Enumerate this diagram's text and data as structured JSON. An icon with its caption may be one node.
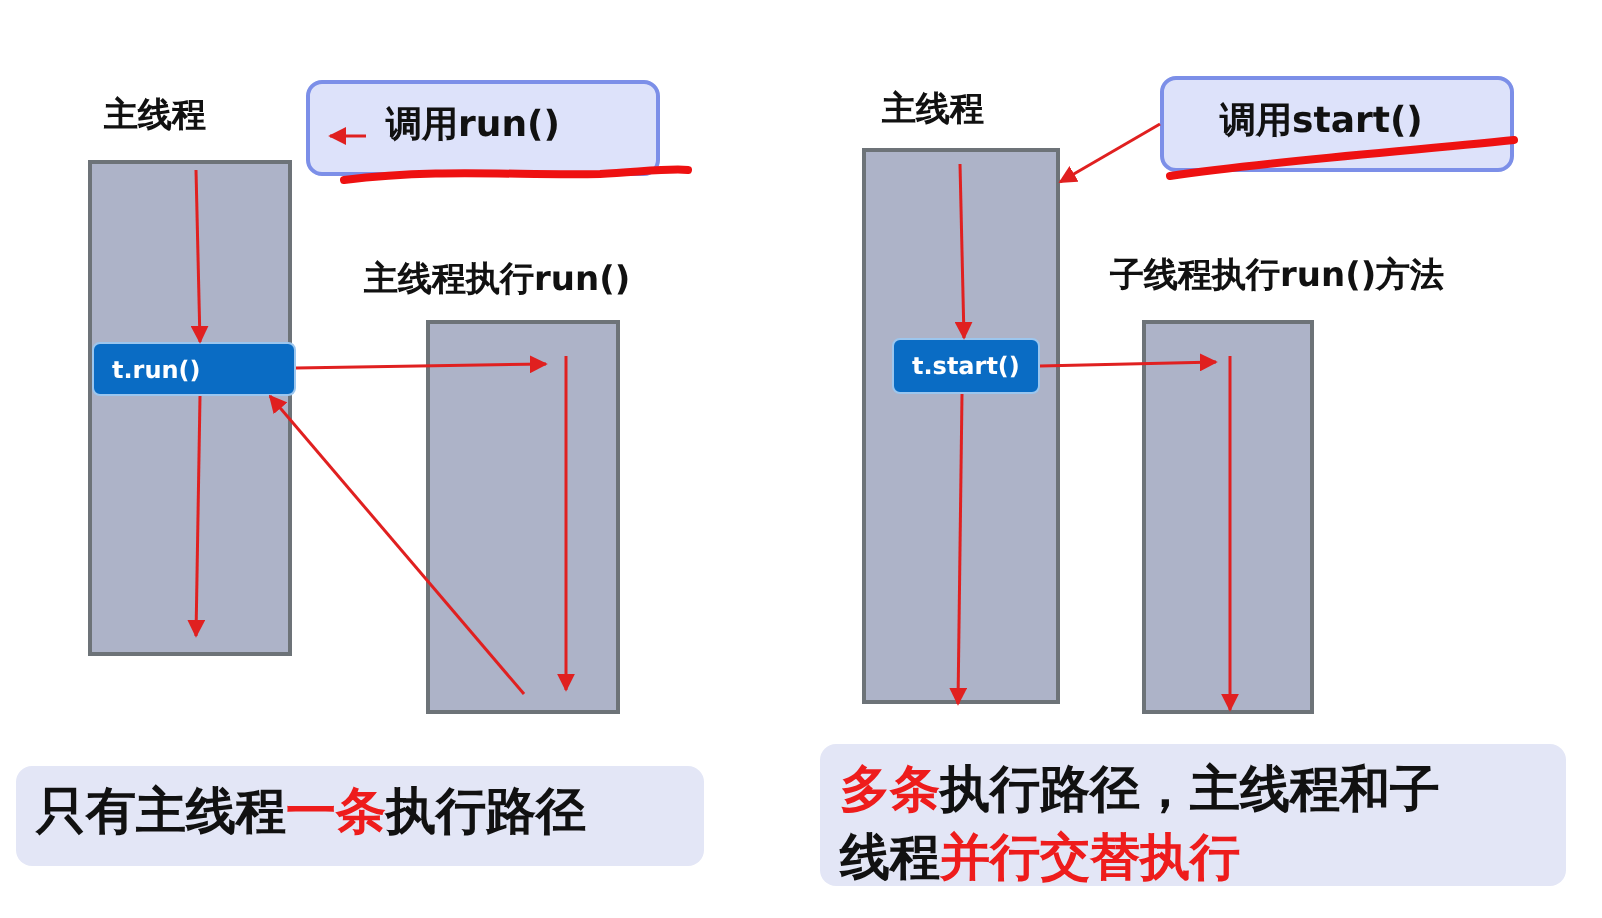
{
  "diagram": {
    "nodes": [
      {
        "text": [
          "主线程"
        ]
      },
      {
        "text": [
          "t.run()"
        ],
        "in": 0
      },
      {
        "text": [
          "主线程执行run()"
        ]
      },
      {
        "text": [
          "调用run()"
        ]
      },
      {
        "text": [
          "只有主线程**一条**执行路径"
        ]
      },
      {
        "text": [
          "主线程"
        ]
      },
      {
        "text": [
          "t.start()"
        ],
        "in": 5
      },
      {
        "text": [
          "子线程执行run()方法"
        ]
      },
      {
        "text": [
          "调用start()"
        ]
      },
      {
        "text": [
          "**多条**执行路径，主线程和子线程**并行交替执行**"
        ]
      }
    ],
    "edges": [
      {
        "from": null,
        "to": 1,
        "arrow": "to"
      },
      {
        "from": 1,
        "to": null,
        "arrow": "to"
      },
      {
        "from": 1,
        "to": 2,
        "arrow": "to"
      },
      {
        "from": 2,
        "to": 1,
        "arrow": "to"
      },
      {
        "from": null,
        "to": 6,
        "arrow": "to"
      },
      {
        "from": 6,
        "to": null,
        "arrow": "to"
      },
      {
        "from": 6,
        "to": 7,
        "arrow": "to"
      },
      {
        "from": 8,
        "to": 5,
        "arrow": "to"
      }
    ]
  }
}
